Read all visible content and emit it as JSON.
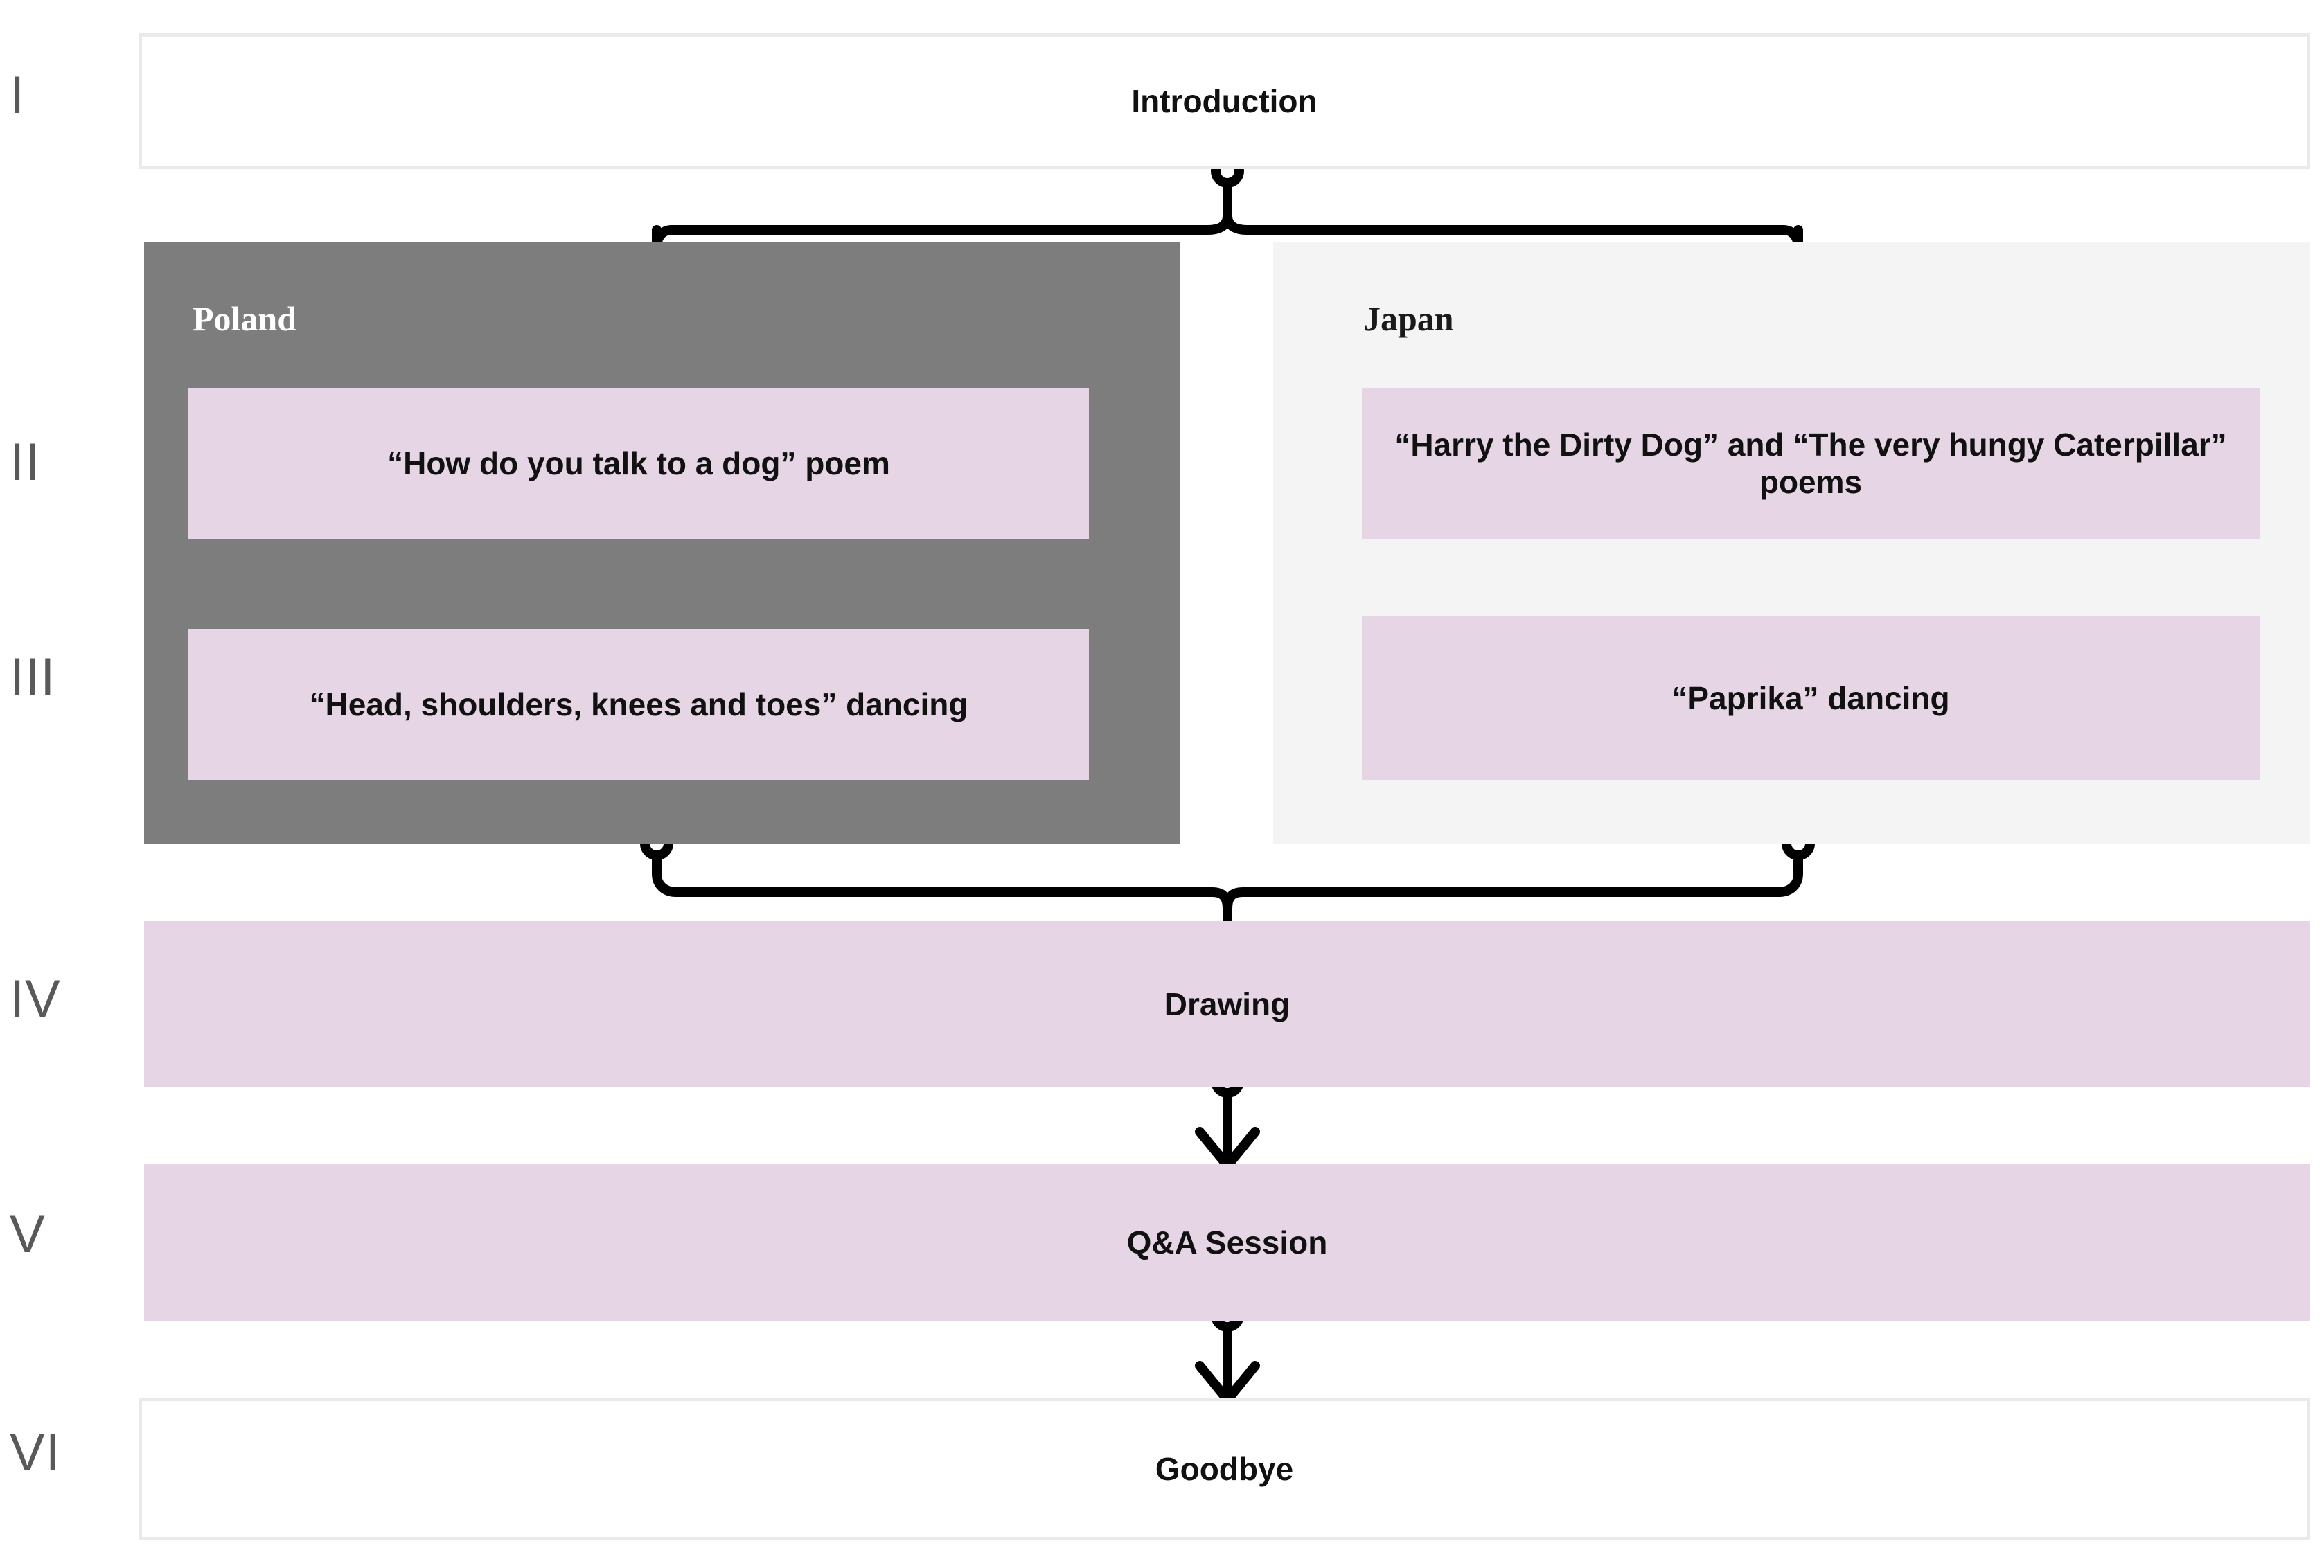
{
  "diagram": {
    "title": "Lesson plan flow diagram",
    "colors": {
      "lilac": "#e5d5e5",
      "poland_panel": "#7d7d7d",
      "japan_panel": "#f4f4f4",
      "outline_border": "#eaeaea",
      "numeral": "#595959",
      "connector": "#000000",
      "text_dark": "#111111",
      "text_light": "#ffffff"
    },
    "numerals": [
      {
        "id": "i",
        "label": "I"
      },
      {
        "id": "ii",
        "label": "II"
      },
      {
        "id": "iii",
        "label": "III"
      },
      {
        "id": "iv",
        "label": "IV"
      },
      {
        "id": "v",
        "label": "V"
      },
      {
        "id": "vi",
        "label": "VI"
      }
    ],
    "stages": {
      "introduction": {
        "label": "Introduction"
      },
      "drawing": {
        "label": "Drawing"
      },
      "qa_session": {
        "label": "Q&A Session"
      },
      "goodbye": {
        "label": "Goodbye"
      }
    },
    "branches": [
      {
        "id": "poland",
        "title": "Poland",
        "items": [
          {
            "id": "poland-poem",
            "label": "“How do you talk to a dog” poem"
          },
          {
            "id": "poland-dancing",
            "label": "“Head, shoulders, knees and toes” dancing"
          }
        ]
      },
      {
        "id": "japan",
        "title": "Japan",
        "items": [
          {
            "id": "japan-poems",
            "label": "“Harry the Dirty Dog” and “The very hungy Caterpillar” poems"
          },
          {
            "id": "japan-dancing",
            "label": "“Paprika” dancing"
          }
        ]
      }
    ]
  }
}
